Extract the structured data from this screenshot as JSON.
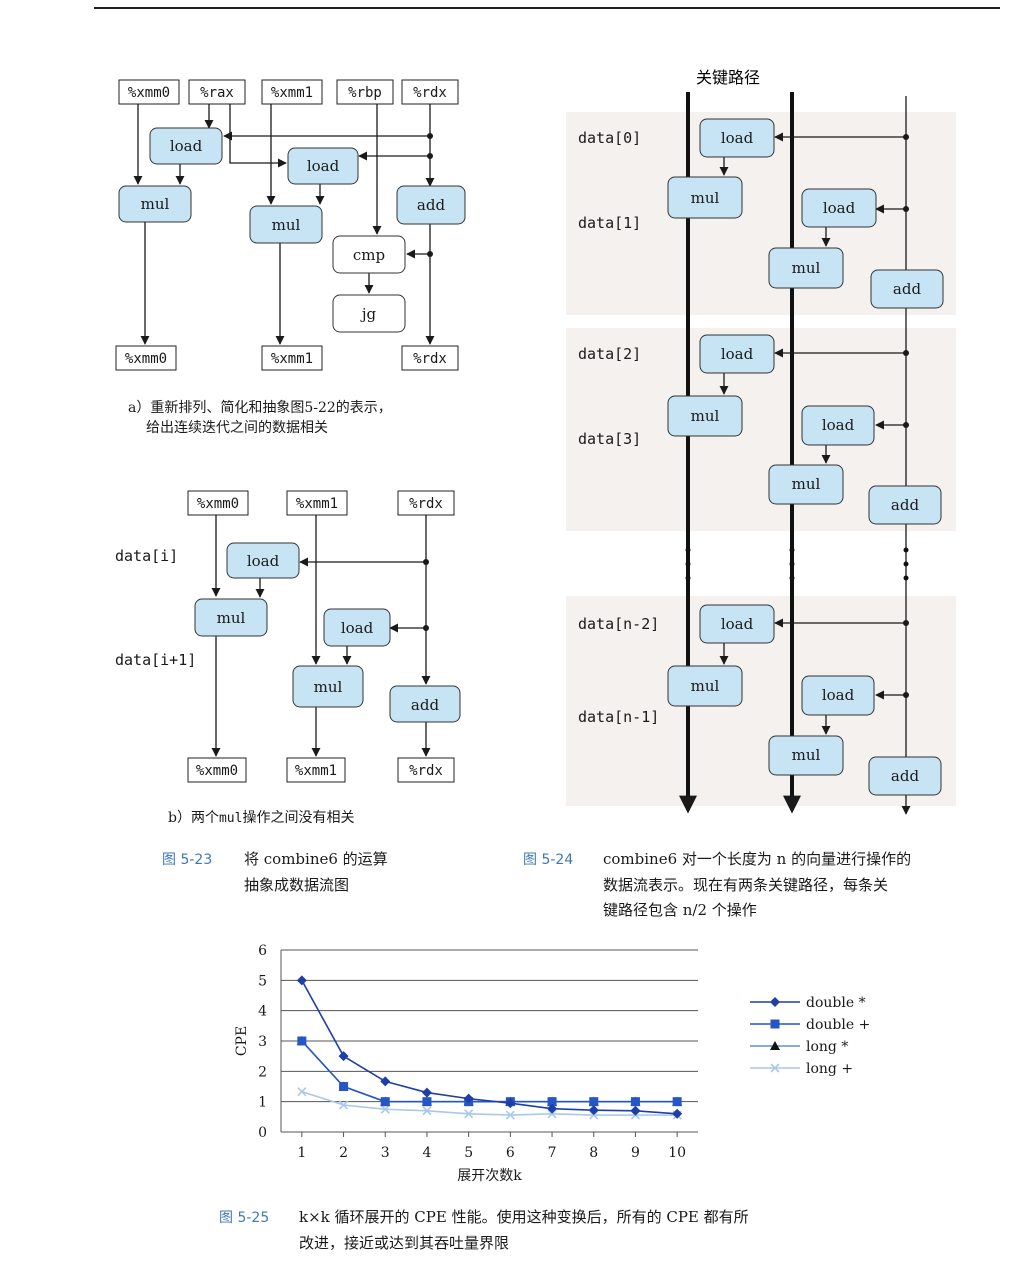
{
  "fig23": {
    "a_top_regs": [
      "%xmm0",
      "%rax",
      "%xmm1",
      "%rbp",
      "%rdx"
    ],
    "a_ops": {
      "load1": "load",
      "load2": "load",
      "mul1": "mul",
      "mul2": "mul",
      "add": "add",
      "cmp": "cmp",
      "jg": "jg"
    },
    "a_bottom_regs": [
      "%xmm0",
      "%xmm1",
      "%rdx"
    ],
    "caption_a_line1": "a）重新排列、简化和抽象图5-22的表示，",
    "caption_a_line2": "给出连续迭代之间的数据相关",
    "b_top_regs": [
      "%xmm0",
      "%xmm1",
      "%rdx"
    ],
    "b_rows": [
      "data[i]",
      "data[i+1]"
    ],
    "b_ops": {
      "load1": "load",
      "load2": "load",
      "mul1": "mul",
      "mul2": "mul",
      "add": "add"
    },
    "b_bottom_regs": [
      "%xmm0",
      "%xmm1",
      "%rdx"
    ],
    "caption_b_prefix": "b）两个",
    "caption_b_code": "mul",
    "caption_b_suffix": "操作之间没有相关",
    "fig_label": "图 5-23",
    "fig_text_line1": "将 combine6 的运算",
    "fig_text_line2": "抽象成数据流图"
  },
  "fig24": {
    "critical_path": "关键路径",
    "rows": [
      "data[0]",
      "data[1]",
      "data[2]",
      "data[3]",
      "data[n-2]",
      "data[n-1]"
    ],
    "op_load": "load",
    "op_mul": "mul",
    "op_add": "add",
    "fig_label": "图 5-24",
    "fig_text_line1": "combine6 对一个长度为 n 的向量进行操作的",
    "fig_text_line2": "数据流表示。现在有两条关键路径，每条关",
    "fig_text_line3": "键路径包含 n/2 个操作"
  },
  "fig25": {
    "fig_label": "图 5-25",
    "fig_text_line1": "k×k 循环展开的 CPE 性能。使用这种变换后，所有的 CPE 都有所",
    "fig_text_line2": "改进，接近或达到其吞吐量界限"
  },
  "chart_data": {
    "type": "line",
    "x": [
      1,
      2,
      3,
      4,
      5,
      6,
      7,
      8,
      9,
      10
    ],
    "xlabel": "展开次数k",
    "ylabel": "CPE",
    "ylim": [
      0,
      6
    ],
    "yticks": [
      0,
      1,
      2,
      3,
      4,
      5,
      6
    ],
    "grid": true,
    "legend_position": "right",
    "series": [
      {
        "name": "double *",
        "marker": "diamond",
        "color": "#1f3fa8",
        "values": [
          5.0,
          2.5,
          1.67,
          1.3,
          1.1,
          0.95,
          0.77,
          0.72,
          0.7,
          0.6
        ]
      },
      {
        "name": "double +",
        "marker": "square",
        "color": "#2457c5",
        "values": [
          3.0,
          1.5,
          1.0,
          1.0,
          1.0,
          1.0,
          1.0,
          1.0,
          1.0,
          1.0
        ]
      },
      {
        "name": "long *",
        "marker": "triangle",
        "color": "#5e8fd3",
        "values": [
          3.0,
          1.5,
          1.0,
          1.0,
          1.0,
          1.0,
          1.0,
          1.0,
          1.0,
          1.0
        ]
      },
      {
        "name": "long +",
        "marker": "x",
        "color": "#a9c8ea",
        "values": [
          1.33,
          0.89,
          0.75,
          0.7,
          0.6,
          0.56,
          0.6,
          0.56,
          0.56,
          0.56
        ]
      }
    ]
  }
}
